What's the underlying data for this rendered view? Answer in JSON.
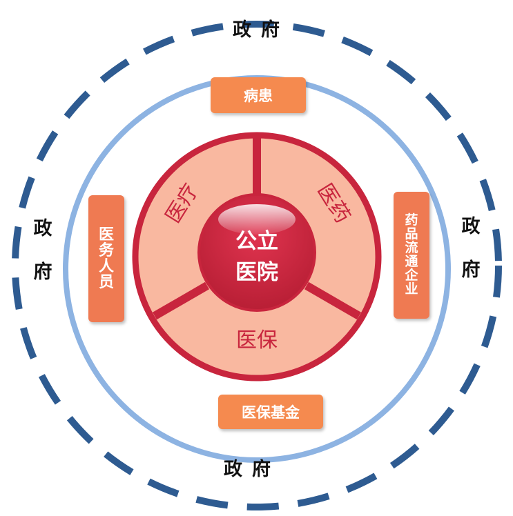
{
  "government": {
    "top": "政府",
    "bottom": "政府",
    "left": [
      "政",
      "府"
    ],
    "right": [
      "政",
      "府"
    ]
  },
  "stakeholders": {
    "patients": "病患",
    "medical_staff": [
      "医",
      "务",
      "人",
      "员"
    ],
    "pharma_distribution": [
      "药",
      "品",
      "流",
      "通",
      "企",
      "业"
    ],
    "insurance_fund": "医保基金"
  },
  "core": {
    "line1": "公立",
    "line2": "医院"
  },
  "segments": {
    "medical": "医疗",
    "pharmacy": "医药",
    "insurance": "医保"
  },
  "colors": {
    "outer_dash": "#2e5b91",
    "blue_ring": "#8db3e2",
    "crimson": "#c8253d",
    "segment_fill": "#f9b8a0",
    "box_orange": "#f58a4f"
  }
}
